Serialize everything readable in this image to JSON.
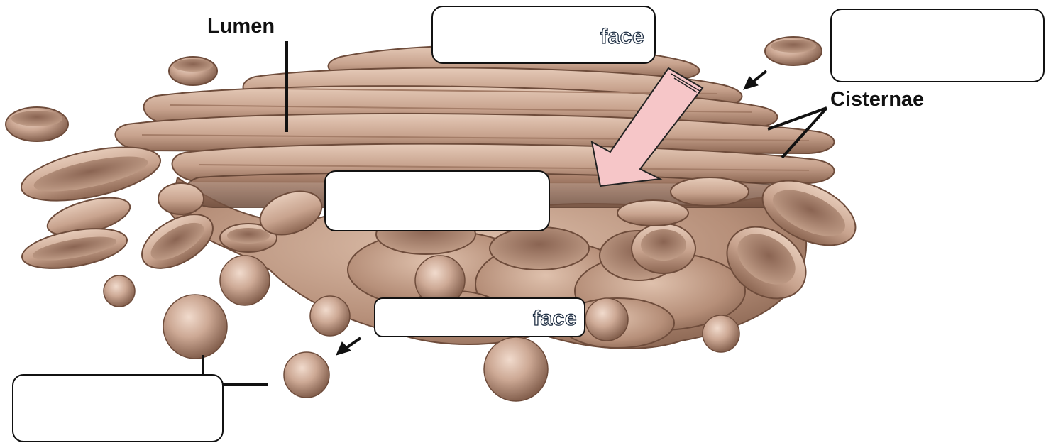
{
  "labels": {
    "lumen": "Lumen",
    "cisternae": "Cisternae"
  },
  "answer_boxes": {
    "top_face_suffix": "face",
    "middle": "",
    "bottom_face_suffix": "face",
    "top_right": "",
    "bottom_left": ""
  },
  "colors": {
    "membrane": "#c9a690",
    "membrane_shadow": "#7d5a46",
    "arrow_fill": "#f6c6c8",
    "label_text": "#111111"
  }
}
